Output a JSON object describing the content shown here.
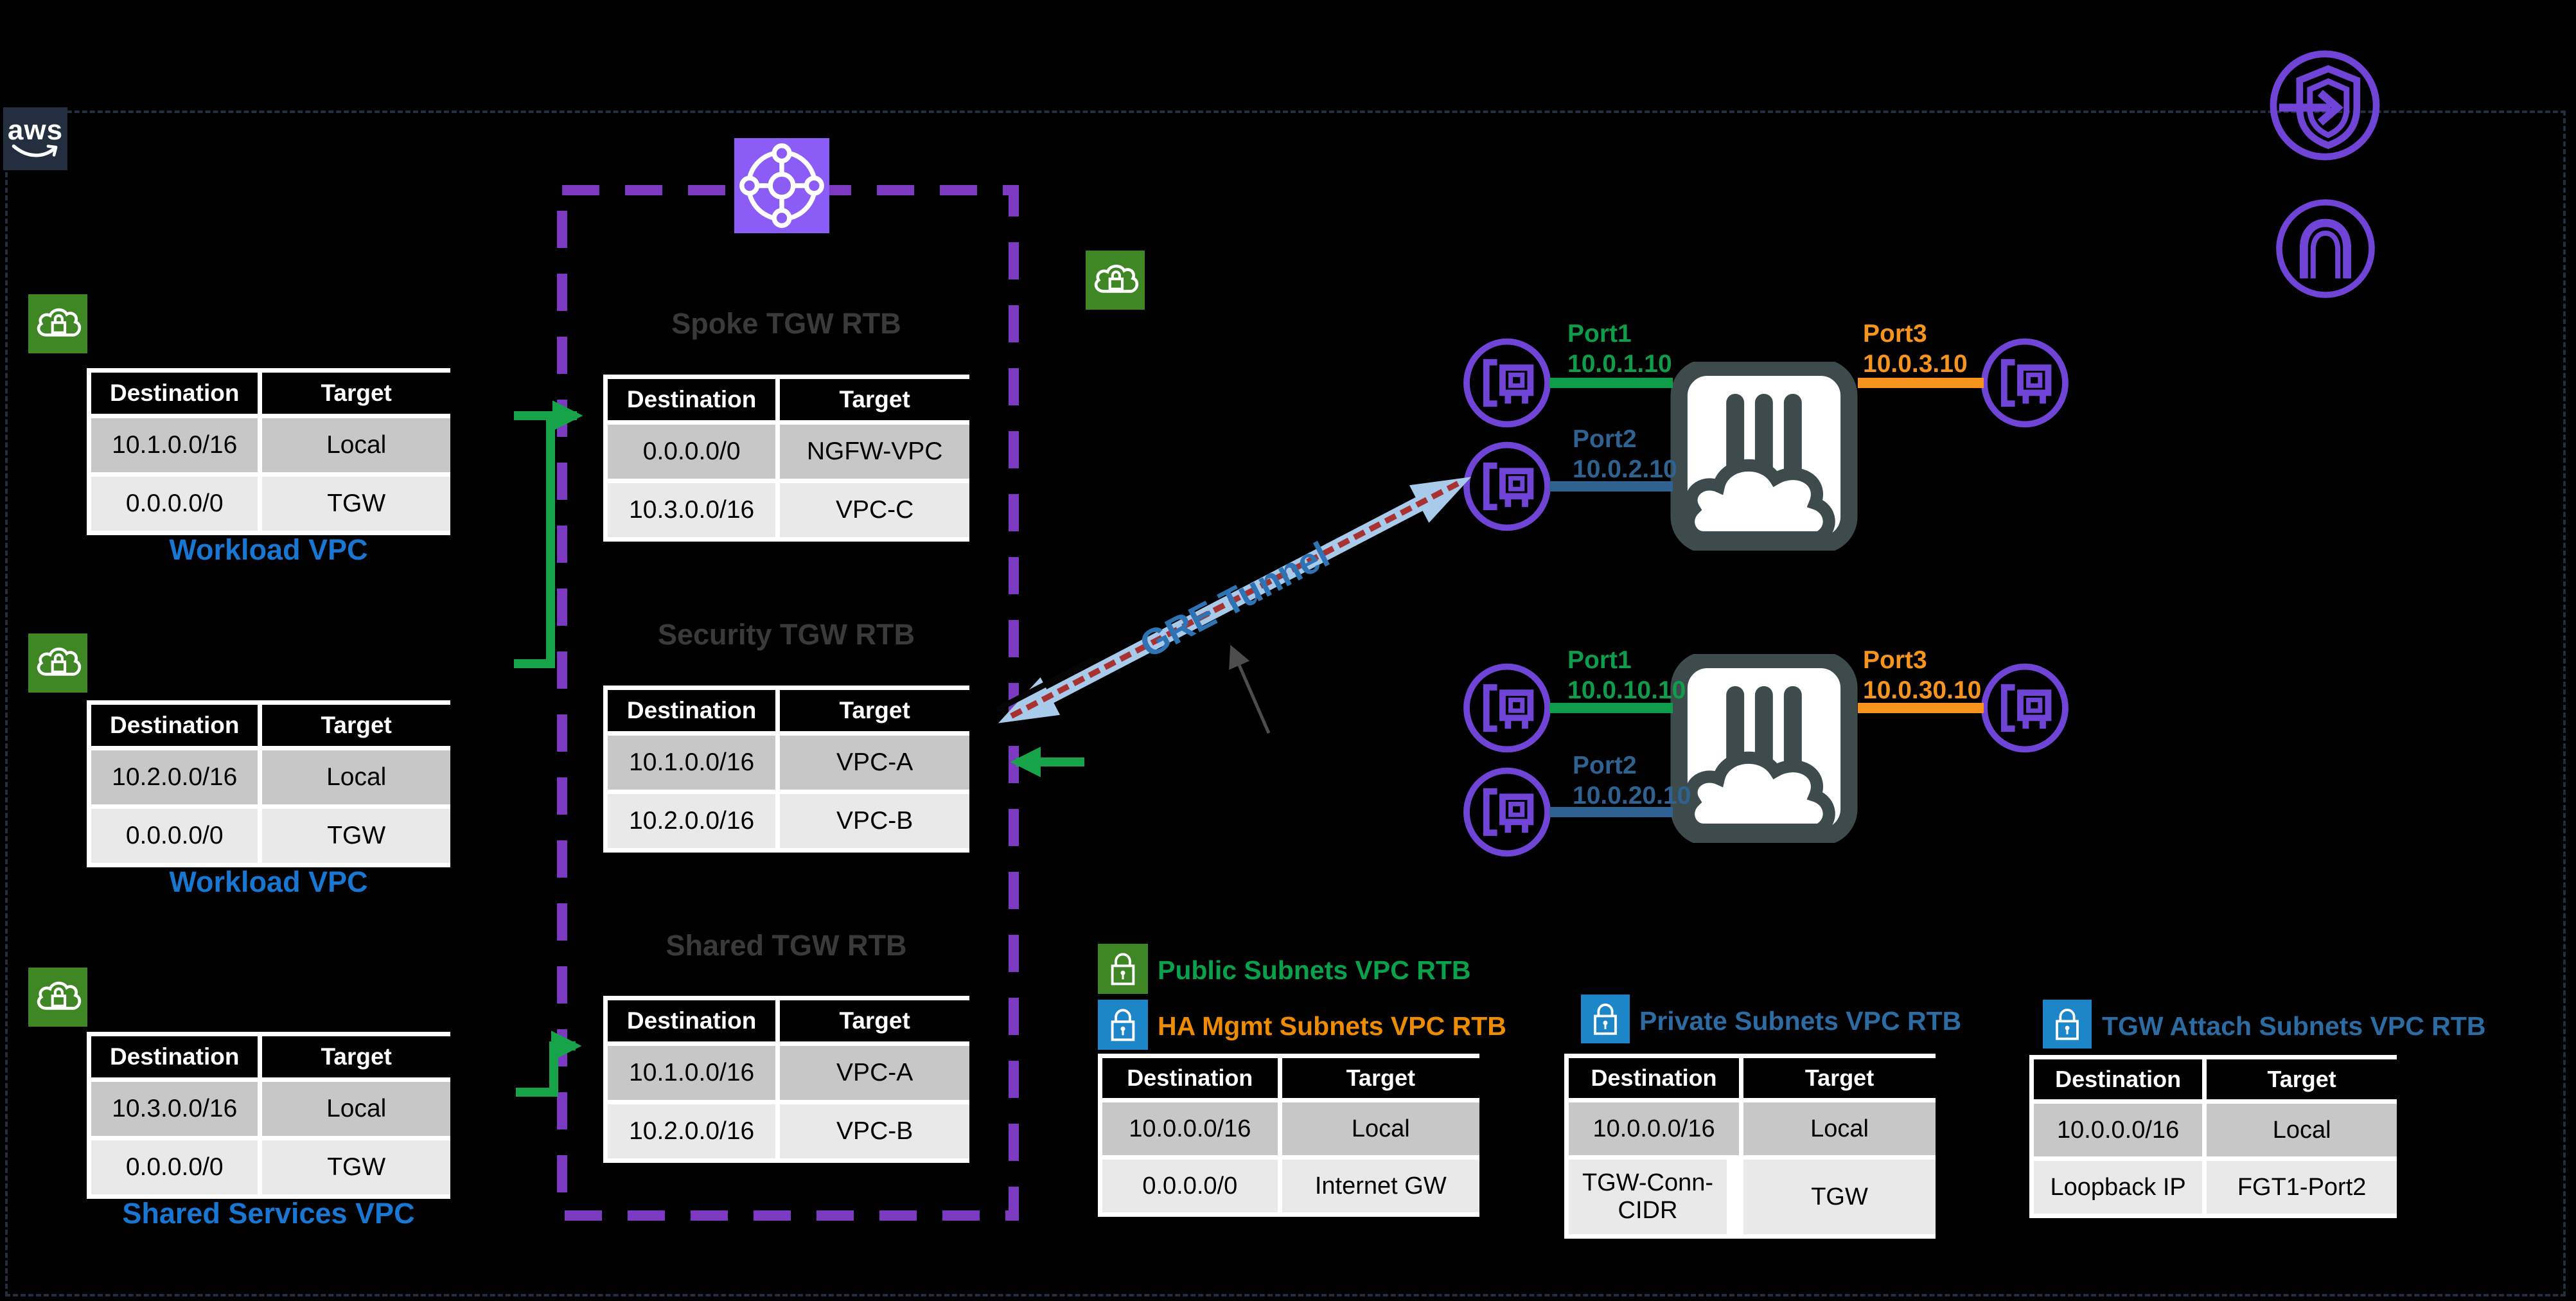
{
  "diagram": {
    "aws_logo_text": "aws",
    "gre_tunnel_label": "GRE Tunnel",
    "table_headers": {
      "destination": "Destination",
      "target": "Target"
    },
    "vpc_tables": {
      "workload1": {
        "label": "Workload VPC",
        "rows": [
          {
            "dest": "10.1.0.0/16",
            "target": "Local"
          },
          {
            "dest": "0.0.0.0/0",
            "target": "TGW"
          }
        ]
      },
      "workload2": {
        "label": "Workload VPC",
        "rows": [
          {
            "dest": "10.2.0.0/16",
            "target": "Local"
          },
          {
            "dest": "0.0.0.0/0",
            "target": "TGW"
          }
        ]
      },
      "shared_services": {
        "label": "Shared Services VPC",
        "rows": [
          {
            "dest": "10.3.0.0/16",
            "target": "Local"
          },
          {
            "dest": "0.0.0.0/0",
            "target": "TGW"
          }
        ]
      },
      "spoke_tgw": {
        "title": "Spoke TGW RTB",
        "rows": [
          {
            "dest": "0.0.0.0/0",
            "target": "NGFW-VPC"
          },
          {
            "dest": "10.3.0.0/16",
            "target": "VPC-C"
          }
        ]
      },
      "security_tgw": {
        "title": "Security TGW RTB",
        "rows": [
          {
            "dest": "10.1.0.0/16",
            "target": "VPC-A"
          },
          {
            "dest": "10.2.0.0/16",
            "target": "VPC-B"
          }
        ]
      },
      "shared_tgw": {
        "title": "Shared TGW RTB",
        "rows": [
          {
            "dest": "10.1.0.0/16",
            "target": "VPC-A"
          },
          {
            "dest": "10.2.0.0/16",
            "target": "VPC-B"
          }
        ]
      },
      "public_ha": {
        "title_public": "Public Subnets VPC RTB",
        "title_ha": "HA Mgmt Subnets VPC RTB",
        "rows": [
          {
            "dest": "10.0.0.0/16",
            "target": "Local"
          },
          {
            "dest": "0.0.0.0/0",
            "target": "Internet GW"
          }
        ]
      },
      "private_subnets": {
        "title": "Private Subnets VPC RTB",
        "rows": [
          {
            "dest": "10.0.0.0/16",
            "target": "Local"
          },
          {
            "dest": "TGW-Conn-CIDR",
            "target": "TGW"
          }
        ]
      },
      "tgw_attach": {
        "title": "TGW Attach Subnets VPC RTB",
        "rows": [
          {
            "dest": "10.0.0.0/16",
            "target": "Local"
          },
          {
            "dest": "Loopback IP",
            "target": "FGT1-Port2"
          }
        ]
      }
    },
    "firewalls": {
      "fw1": {
        "port1": {
          "label": "Port1",
          "ip": "10.0.1.10"
        },
        "port2": {
          "label": "Port2",
          "ip": "10.0.2.10"
        },
        "port3": {
          "label": "Port3",
          "ip": "10.0.3.10"
        }
      },
      "fw2": {
        "port1": {
          "label": "Port1",
          "ip": "10.0.10.10"
        },
        "port2": {
          "label": "Port2",
          "ip": "10.0.20.10"
        },
        "port3": {
          "label": "Port3",
          "ip": "10.0.30.10"
        }
      }
    },
    "colors": {
      "background": "#000000",
      "vpc_label_blue": "#1877D2",
      "title_green": "#0AA14C",
      "title_orange": "#ED8C00",
      "title_steel_blue": "#2D6CA2",
      "port1_green": "#0F9D4B",
      "port2_blue": "#2F6290",
      "port3_orange": "#F7941D",
      "tgw_purple": "#8B5CF6",
      "dashed_box_purple": "#7C3AC2",
      "eni_purple": "#6F44D6",
      "gre_fill_blue": "#A9CBEB",
      "gre_text_blue": "#2E74B5",
      "gre_dash_red": "#A83232",
      "aws_navy": "#232F3E",
      "vpc_icon_green": "#3F8624",
      "lock_blue": "#1C86C8",
      "connector_green": "#17A34A"
    }
  }
}
